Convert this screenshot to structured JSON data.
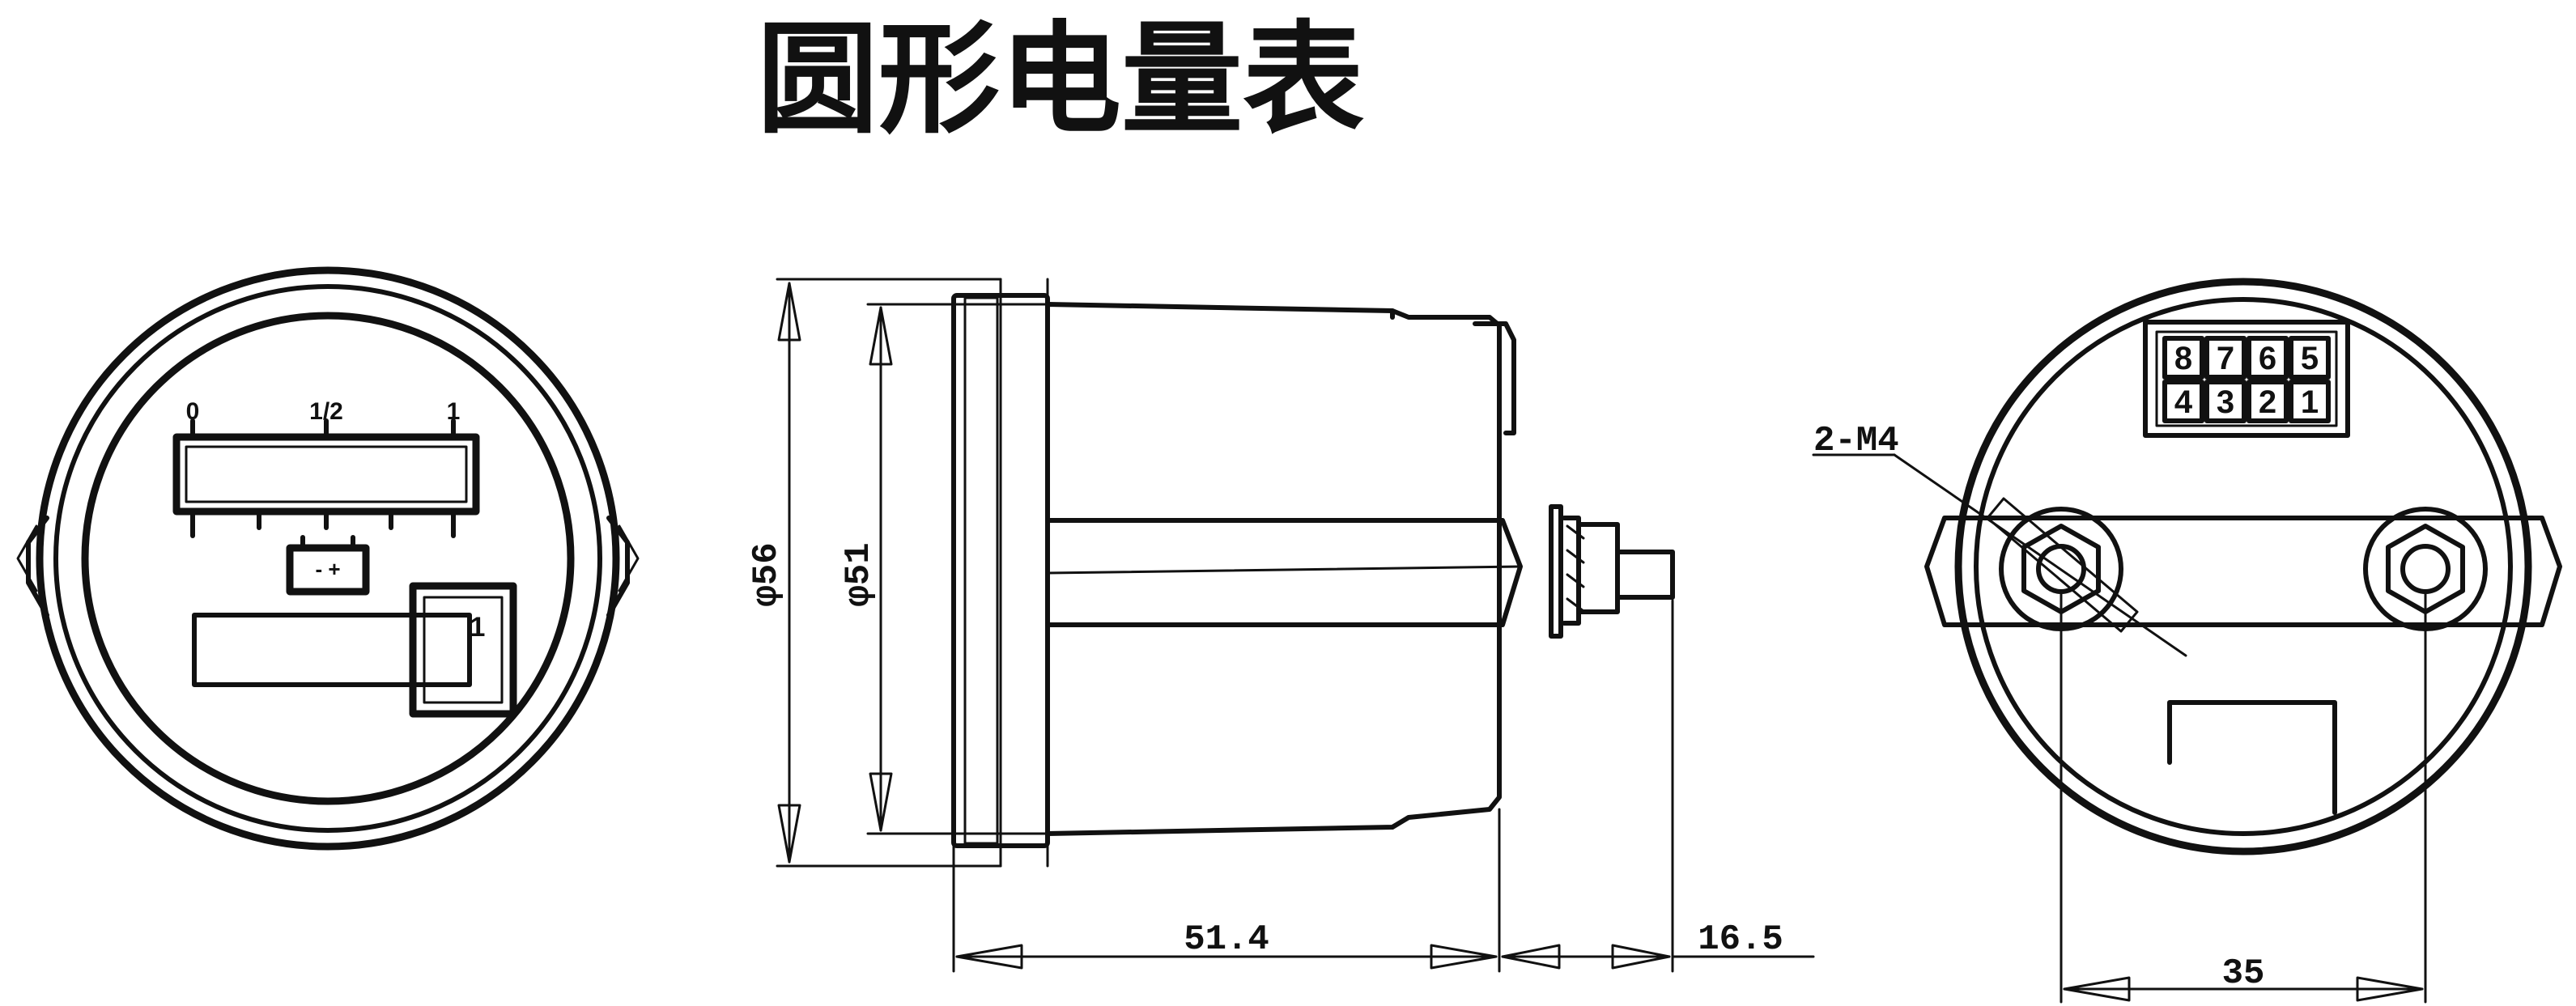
{
  "title": "圆形电量表",
  "front_view": {
    "gauge_labels": {
      "empty": "0",
      "half": "1/2",
      "full": "1"
    },
    "battery_symbol": "- +"
  },
  "side_view": {
    "diameter_outer": "φ56",
    "diameter_inner": "φ51",
    "length_body": "51.4",
    "length_stud": "16.5"
  },
  "back_view": {
    "thread_label": "2-M4",
    "pins_top": [
      "8",
      "7",
      "6",
      "5"
    ],
    "pins_bottom": [
      "4",
      "3",
      "2",
      "1"
    ],
    "stud_spacing": "35"
  }
}
